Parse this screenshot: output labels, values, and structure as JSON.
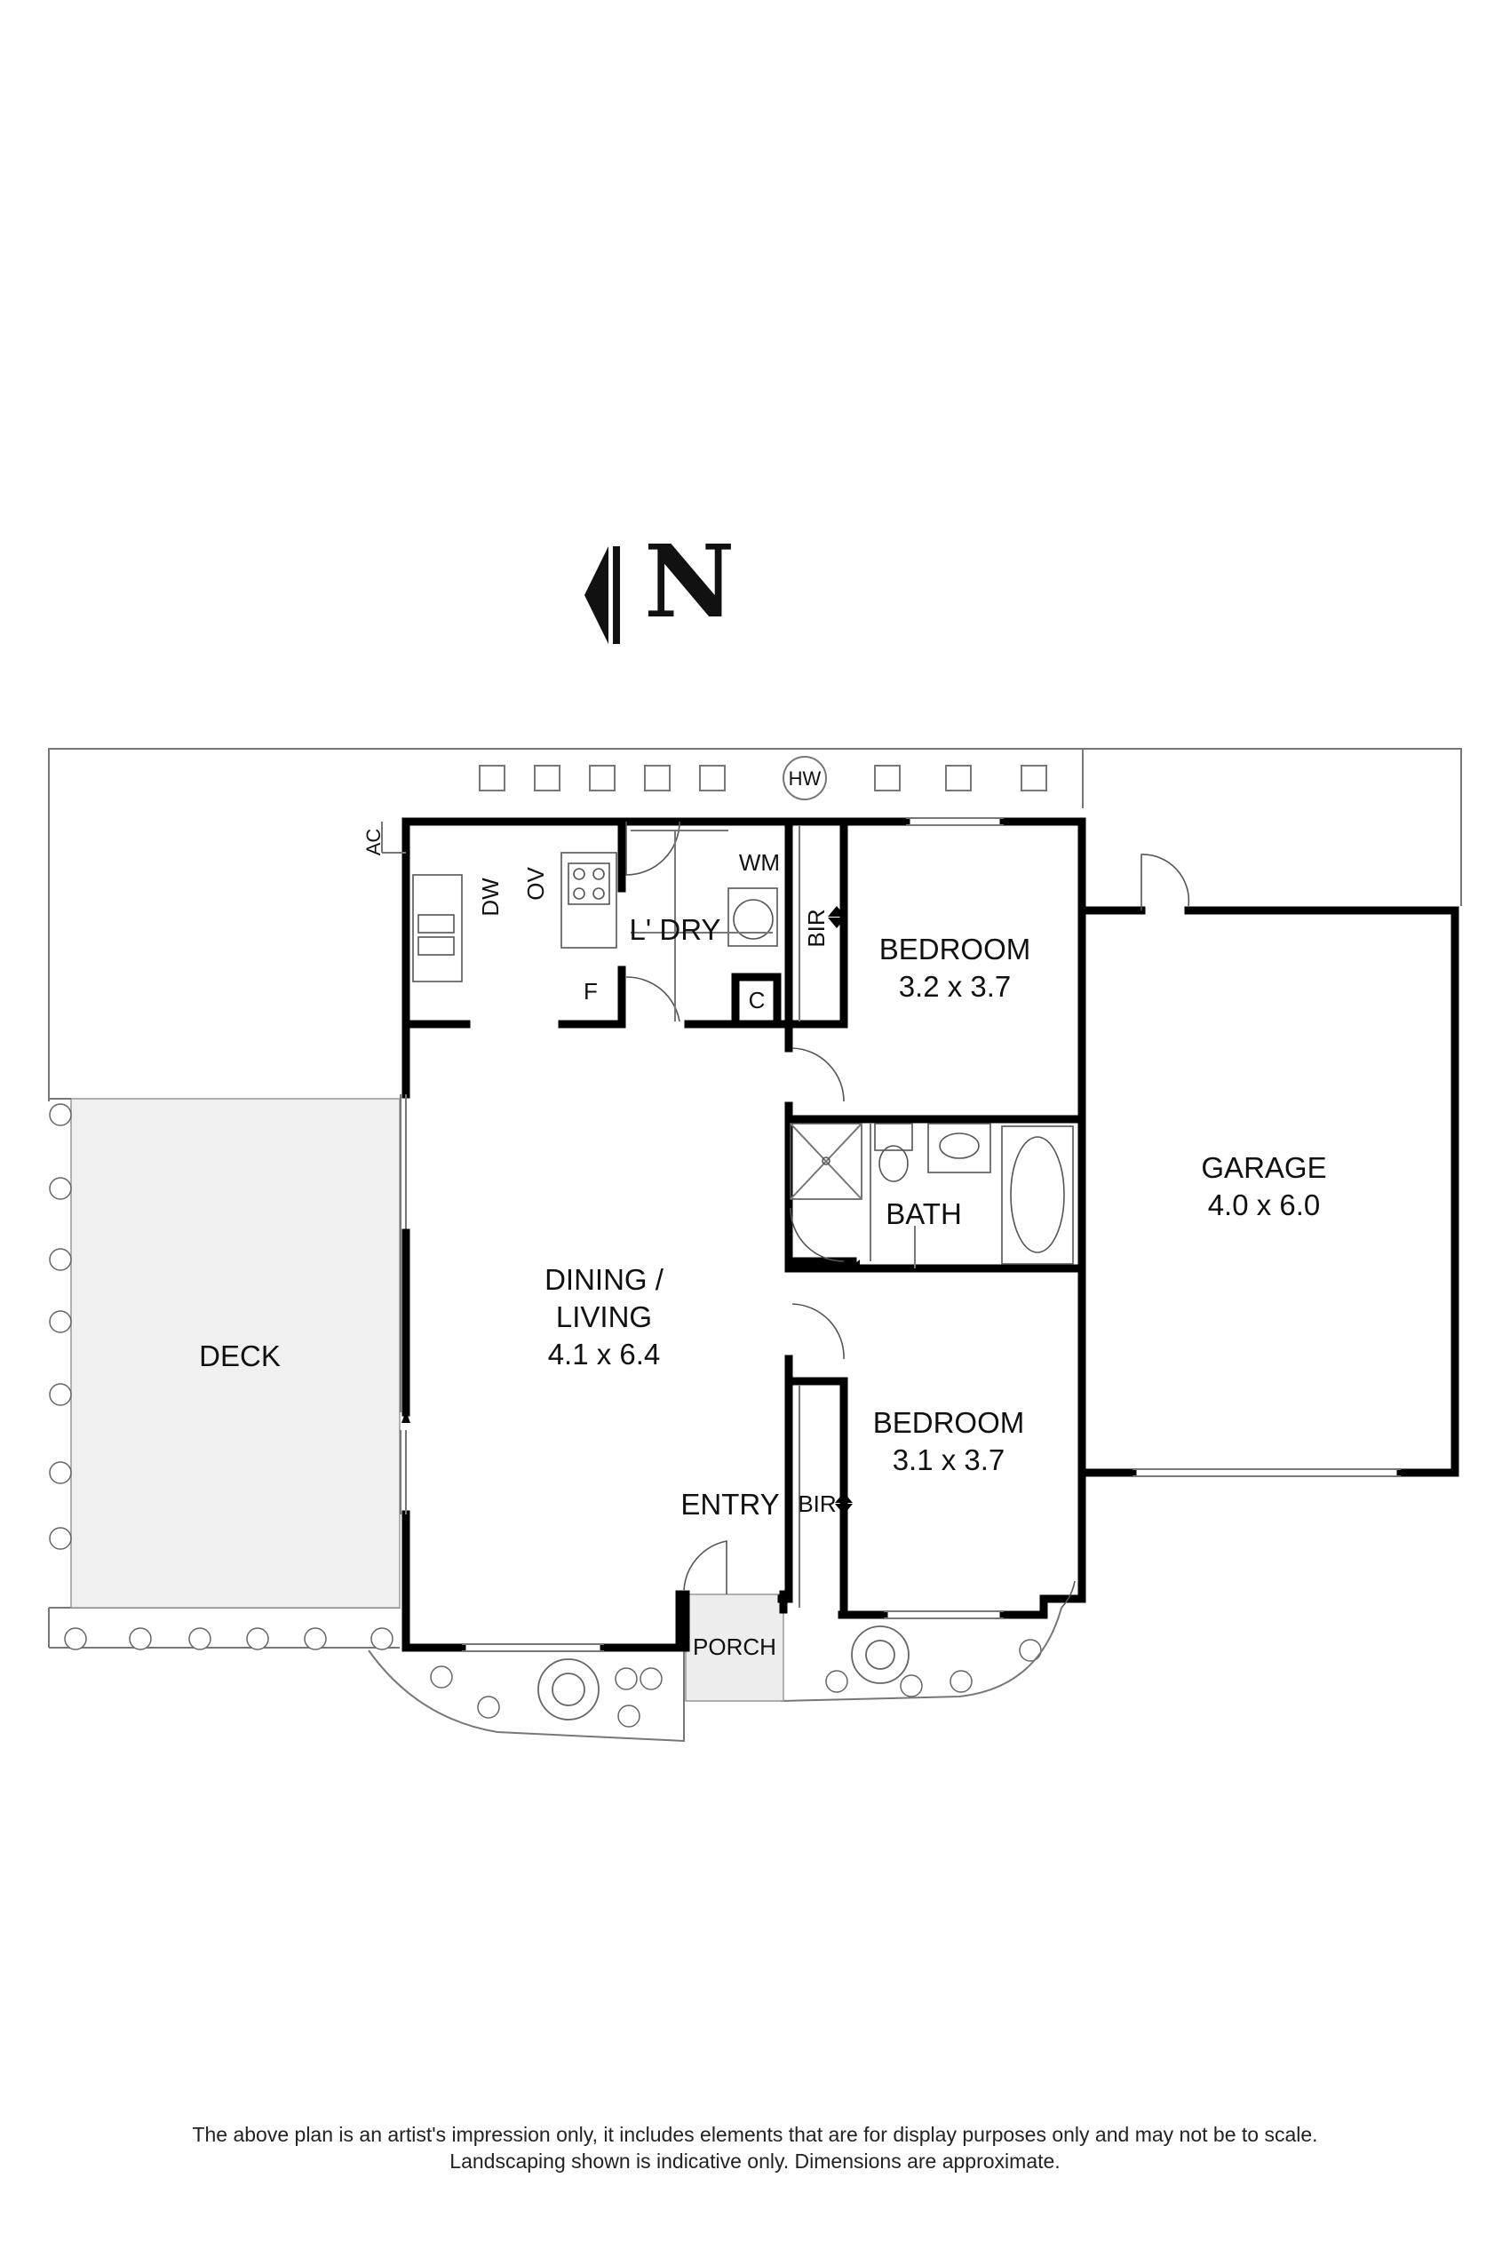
{
  "compass": {
    "label": "N",
    "icon": "north-arrow-icon"
  },
  "rooms": {
    "deck": {
      "name": "DECK"
    },
    "dining_living": {
      "name_line1": "DINING /",
      "name_line2": "LIVING",
      "size": "4.1 x 6.4"
    },
    "bedroom_1": {
      "name": "BEDROOM",
      "size": "3.2 x 3.7"
    },
    "bedroom_2": {
      "name": "BEDROOM",
      "size": "3.1 x 3.7"
    },
    "garage": {
      "name": "GARAGE",
      "size": "4.0 x 6.0"
    },
    "laundry": {
      "name": "L' DRY"
    },
    "bath": {
      "name": "BATH"
    },
    "entry": {
      "name": "ENTRY"
    },
    "porch": {
      "name": "PORCH"
    }
  },
  "fixtures": {
    "hw": "HW",
    "ac": "AC",
    "dw": "DW",
    "ov": "OV",
    "f": "F",
    "wm": "WM",
    "c": "C",
    "bir_1": "BIR",
    "bir_2": "BIR"
  },
  "disclaimer": {
    "line1": "The above plan is an artist's impression only, it includes elements that are for display purposes only and may not be to scale.",
    "line2": "Landscaping shown is indicative only. Dimensions are approximate."
  }
}
